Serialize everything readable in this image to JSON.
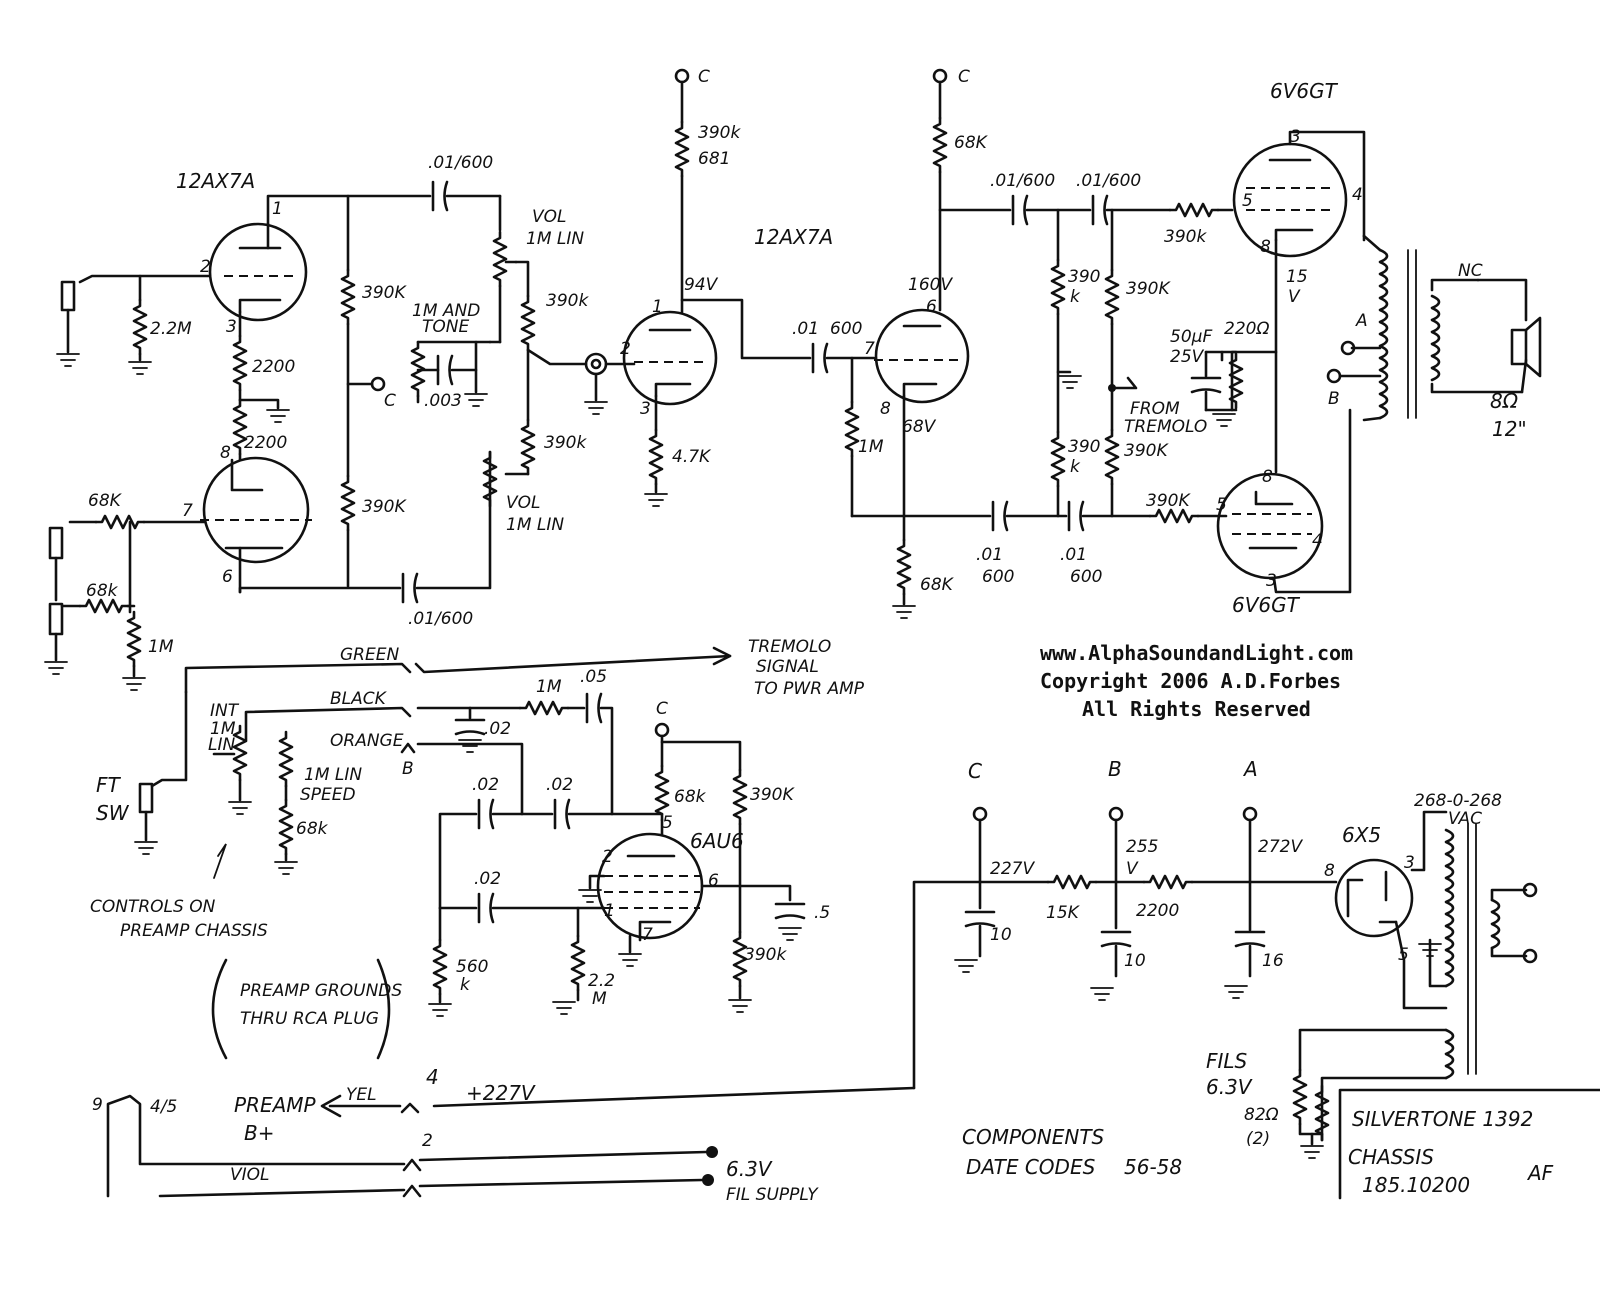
{
  "tubes": {
    "v1": "12AX7A",
    "v2": "12AX7A",
    "out_top": "6V6GT",
    "out_bottom": "6V6GT",
    "trem": "6AU6",
    "rect": "6X5"
  },
  "nodes": {
    "c": "C",
    "b": "B",
    "a": "A"
  },
  "pins": {
    "p1": "1",
    "p2": "2",
    "p3": "3",
    "p4": "4",
    "p5": "5",
    "p6": "6",
    "p7": "7",
    "p8": "8"
  },
  "resistors": {
    "r2_2m": "2.2M",
    "r2200_a": "2200",
    "r2200_b": "2200",
    "r390k": "390K",
    "r390k_l": "390k",
    "r68k": "68K",
    "r68k_l": "68k",
    "r1m": "1M",
    "r1m_l": "1M",
    "r390k_681": "681",
    "r4_7k": "4.7K",
    "r390_k": "390",
    "k": "k",
    "r15k": "15K",
    "r560": "560",
    "r2_2": "2.2",
    "m": "M",
    "r82": "82Ω",
    "r82n": "(2)",
    "r220": "220Ω"
  },
  "caps": {
    "c01_600": ".01/600",
    "c01": ".01",
    "c600": "600",
    "c003": ".003",
    "c02": ".02",
    "c05": ".05",
    "c5": ".5",
    "c50": "50μF",
    "c25v": "25V",
    "c10": "10",
    "c16": "16"
  },
  "voltages": {
    "v94": "94V",
    "v160": "160V",
    "v68": "68V",
    "v15": "15",
    "vV": "V",
    "v227": "227V",
    "v255": "255",
    "v272": "272V",
    "v227p": "+227V",
    "v63": "6.3V",
    "fil63": "6.3V"
  },
  "labels": {
    "vol_lin": "VOL",
    "one_m_lin": "1M LIN",
    "im_and": "1M AND",
    "tone": "TONE",
    "from": "FROM",
    "tremolo": "TREMOLO",
    "nc": "NC",
    "ohm8": "8Ω",
    "inch12": "12\"",
    "green": "GREEN",
    "black": "BLACK",
    "orange": "ORANGE",
    "trem_signal_1": "TREMOLO",
    "trem_signal_2": "SIGNAL",
    "trem_signal_3": "TO PWR AMP",
    "int": "INT",
    "int_1m": "1M",
    "int_lin": "LIN",
    "speed_1": "1M LIN",
    "speed_2": "SPEED",
    "ft": "FT",
    "sw": "SW",
    "controls_1": "CONTROLS ON",
    "controls_2": "PREAMP CHASSIS",
    "grounds_1": "PREAMP GROUNDS",
    "grounds_2": "THRU RCA PLUG",
    "hv": "268-0-268",
    "vac": "VAC",
    "fils": "FILS",
    "preamp_1": "PREAMP",
    "preamp_2": "B+",
    "yel": "YEL",
    "viol": "VIOL",
    "conn4": "4",
    "conn2": "2",
    "conn9": "9",
    "conn45": "4/5",
    "fil_supply": "FIL SUPPLY",
    "comp_1": "COMPONENTS",
    "comp_2": "DATE CODES",
    "date_codes": "56-58",
    "silvertone_1": "SILVERTONE 1392",
    "silvertone_2": "CHASSIS",
    "silvertone_3": "185.10200",
    "af": "AF"
  },
  "copyright": {
    "url": "www.AlphaSoundandLight.com",
    "line2": "Copyright 2006  A.D.Forbes",
    "line3": "All Rights Reserved"
  }
}
